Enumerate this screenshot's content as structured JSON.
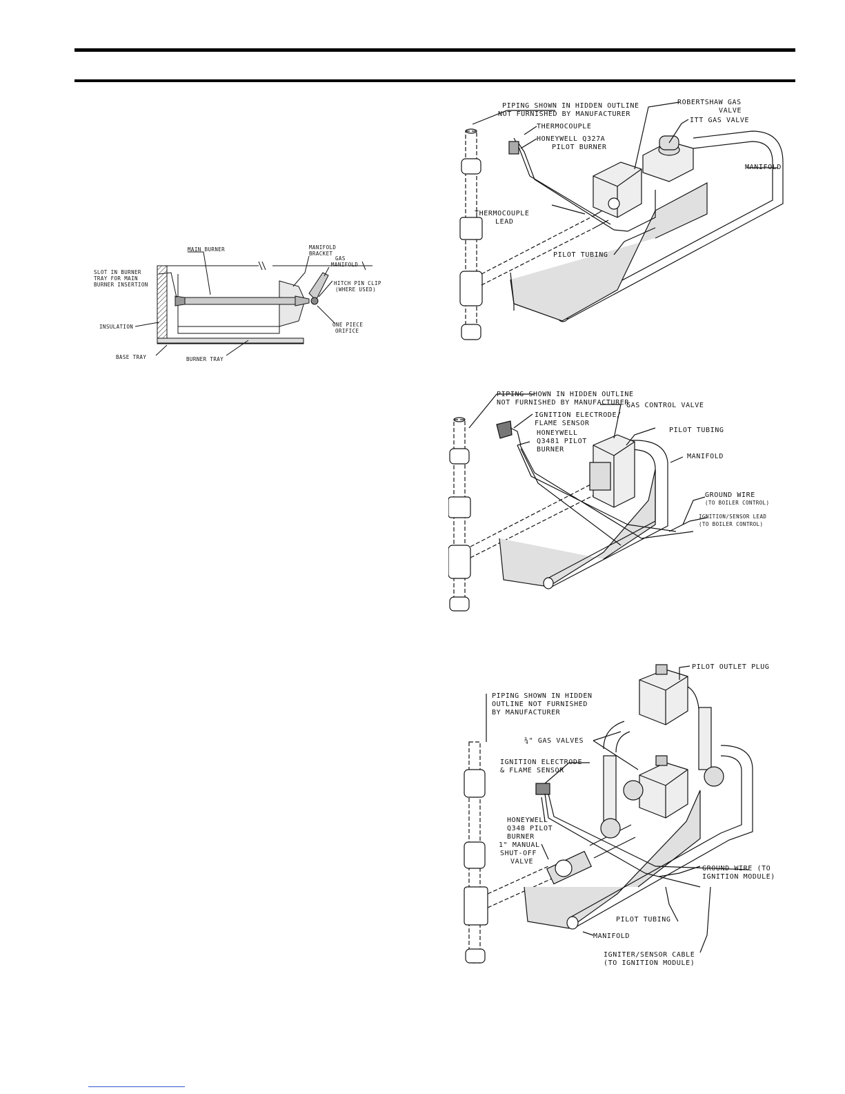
{
  "fig_burner": {
    "main_burner": "MAIN BURNER",
    "manifold_bracket_1": "MANIFOLD",
    "manifold_bracket_2": "BRACKET",
    "gas_manifold_1": "GAS",
    "gas_manifold_2": "MANIFOLD",
    "slot_1": "SLOT IN BURNER",
    "slot_2": "TRAY FOR MAIN",
    "slot_3": "BURNER INSERTION",
    "hitch_1": "HITCH PIN CLIP",
    "hitch_2": "(WHERE USED)",
    "insulation": "INSULATION",
    "orifice_1": "ONE PIECE",
    "orifice_2": "ORIFICE",
    "base_tray": "BASE TRAY",
    "burner_tray": "BURNER TRAY"
  },
  "fig_standing_pilot": {
    "piping_1": "PIPING SHOWN IN HIDDEN OUTLINE",
    "piping_2": "NOT FURNISHED BY MANUFACTURER",
    "robertshaw_1": "ROBERTSHAW GAS",
    "robertshaw_2": "VALVE",
    "thermocouple": "THERMOCOUPLE",
    "itt": "ITT GAS VALVE",
    "honeywell_1": "HONEYWELL Q327A",
    "honeywell_2": "PILOT BURNER",
    "manifold": "MANIFOLD",
    "tc_lead_1": "THERMOCOUPLE",
    "tc_lead_2": "LEAD",
    "pilot_tubing": "PILOT TUBING"
  },
  "fig_ignition": {
    "piping_1": "PIPING SHOWN IN HIDDEN OUTLINE",
    "piping_2": "NOT FURNISHED BY MANUFACTURER",
    "electrode_1": "IGNITION ELECTRODE/",
    "electrode_2": "FLAME SENSOR",
    "gas_control": "GAS CONTROL VALVE",
    "honeywell_1": "HONEYWELL",
    "honeywell_2": "Q3481 PILOT",
    "honeywell_3": "BURNER",
    "pilot_tubing": "PILOT TUBING",
    "manifold": "MANIFOLD",
    "ground_1": "GROUND WIRE",
    "ground_2": "(TO BOILER CONTROL)",
    "sensor_1": "IGNITION/SENSOR LEAD",
    "sensor_2": "(TO BOILER CONTROL)"
  },
  "fig_dual_valve": {
    "pilot_outlet": "PILOT OUTLET PLUG",
    "piping_1": "PIPING SHOWN IN HIDDEN",
    "piping_2": "OUTLINE NOT FURNISHED",
    "piping_3": "BY MANUFACTURER",
    "gas_valves": "¾\" GAS VALVES",
    "electrode_1": "IGNITION ELECTRODE",
    "electrode_2": "& FLAME SENSOR",
    "honeywell_1": "HONEYWELL",
    "honeywell_2": "Q348 PILOT",
    "honeywell_3": "BURNER",
    "shutoff_1": "1\" MANUAL",
    "shutoff_2": "SHUT-OFF",
    "shutoff_3": "VALVE",
    "ground_1": "GROUND WIRE (TO",
    "ground_2": "IGNITION MODULE)",
    "pilot_tubing": "PILOT TUBING",
    "manifold": "MANIFOLD",
    "cable_1": "IGNITER/SENSOR CABLE",
    "cable_2": "(TO IGNITION MODULE)"
  }
}
